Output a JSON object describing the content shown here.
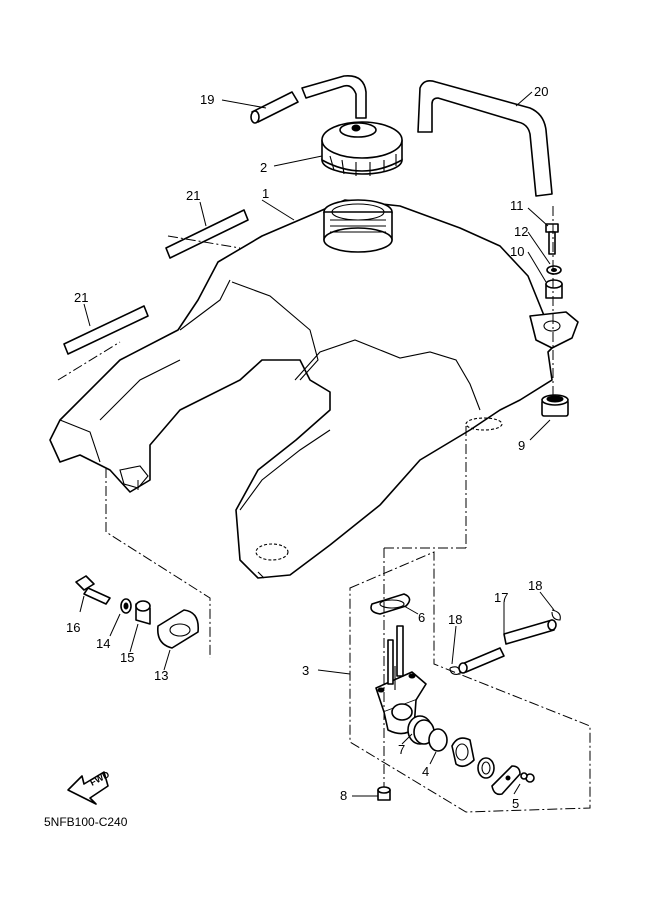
{
  "diagram": {
    "code": "5NFB100-C240",
    "fwd_label": "FWD",
    "callouts": {
      "p1": "1",
      "p2": "2",
      "p3": "3",
      "p4": "4",
      "p5": "5",
      "p6": "6",
      "p7": "7",
      "p8": "8",
      "p9": "9",
      "p10": "10",
      "p11": "11",
      "p12": "12",
      "p13": "13",
      "p14": "14",
      "p15": "15",
      "p16": "16",
      "p17": "17",
      "p18a": "18",
      "p18b": "18",
      "p19": "19",
      "p20": "20",
      "p21a": "21",
      "p21b": "21"
    }
  }
}
